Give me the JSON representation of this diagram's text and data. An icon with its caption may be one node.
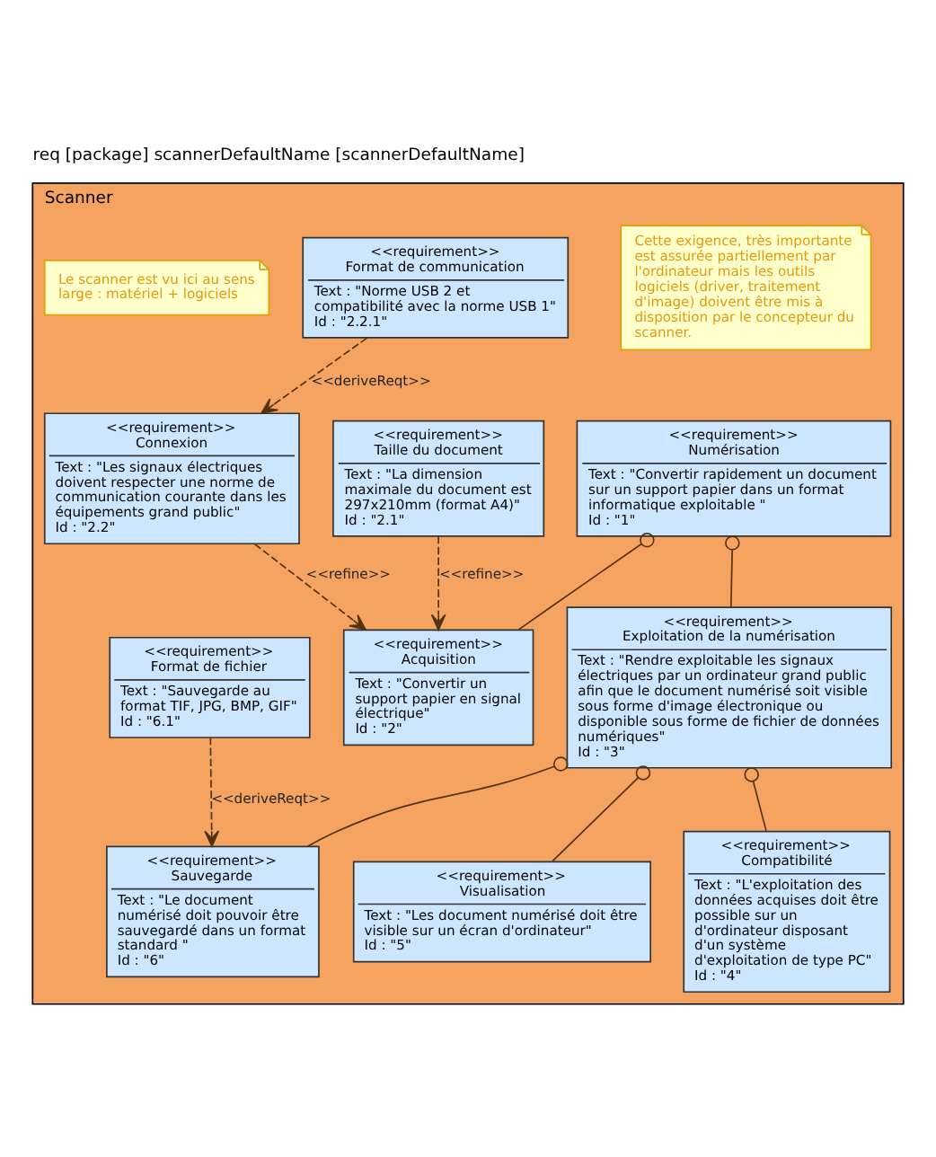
{
  "diagram": {
    "title": "req [package] scannerDefaultName [scannerDefaultName]",
    "nodes": [
      {
        "text": [
          "Scanner"
        ]
      },
      {
        "text": [
          "<<requirement>>",
          "Numérisation",
          "Text : \"Convertir rapidement un document sur un support papier dans un format informatique exploitable \"",
          "Id : \"1\""
        ],
        "in": 0
      },
      {
        "text": [
          "Cette exigence, très importante est assurée partiellement par l'ordinateur mais les outils logiciels (driver, traitement d'image) doivent être mis à disposition par le concepteur du scanner."
        ],
        "in": 0
      },
      {
        "text": [
          "<<requirement>>",
          "Acquisition",
          "Text : \"Convertir un support papier en signal électrique\"",
          "Id : \"2\""
        ],
        "in": 0
      },
      {
        "text": [
          "<<requirement>>",
          "Exploitation de la numérisation",
          "Text : \"Rendre exploitable les signaux électriques par un ordinateur grand public afin que le document numérisé soit visible sous forme d'image électronique ou disponible sous forme de fichier de données numériques\"",
          "Id : \"3\""
        ],
        "in": 0
      },
      {
        "text": [
          "<<requirement>>",
          "Taille du document",
          "Text : \"La dimension maximale du document est 297x210mm (format A4)\"",
          "Id : \"2.1\""
        ],
        "in": 0
      },
      {
        "text": [
          "<<requirement>>",
          "Connexion",
          "Text : \"Les signaux électriques doivent respecter une norme de communication courante dans les équipements grand public\"",
          "Id : \"2.2\""
        ],
        "in": 0
      },
      {
        "text": [
          "<<requirement>>",
          "Format de communication",
          "Text : \"Norme USB 2 et compatibilité avec la norme USB 1\"",
          "Id : \"2.2.1\""
        ],
        "in": 0
      },
      {
        "text": [
          "<<requirement>>",
          "Compatibilité",
          "Text : \"L'exploitation des données acquises doit être possible sur un d'ordinateur disposant d'un système d'exploitation de type PC\"",
          "Id : \"4\""
        ],
        "in": 0
      },
      {
        "text": [
          "<<requirement>>",
          "Sauvegarde",
          "Text : \"Le document numérisé doit pouvoir être sauvegardé dans un format standard \"",
          "Id : \"6\""
        ],
        "in": 0
      },
      {
        "text": [
          "<<requirement>>",
          "Format de fichier",
          "Text : \"Sauvegarde au format TIF, JPG, BMP, GIF\"",
          "Id : \"6.1\""
        ],
        "in": 0
      },
      {
        "text": [
          "<<requirement>>",
          "Visualisation",
          "Text : \"Les document numérisé doit être visible sur un écran d'ordinateur\"",
          "Id : \"5\""
        ],
        "in": 0
      },
      {
        "text": [
          "Le scanner est vu ici au sens large : matériel + logiciels"
        ],
        "in": 0
      }
    ],
    "edges": [
      {
        "from": 1,
        "to": 3,
        "arrow": "other"
      },
      {
        "from": 1,
        "to": 4,
        "arrow": "other"
      },
      {
        "from": 5,
        "to": 3,
        "arrow": "to",
        "style": "dashed",
        "label": "<<refine>>"
      },
      {
        "from": 6,
        "to": 3,
        "arrow": "to",
        "style": "dashed",
        "label": "<<refine>>"
      },
      {
        "from": 4,
        "to": 8,
        "arrow": "other"
      },
      {
        "from": 4,
        "to": 11,
        "arrow": "other"
      },
      {
        "from": 4,
        "to": 9,
        "arrow": "other"
      },
      {
        "from": 7,
        "to": 6,
        "arrow": "to",
        "style": "dashed",
        "label": "<<deriveReqt>>"
      },
      {
        "from": 10,
        "to": 9,
        "arrow": "to",
        "style": "dashed",
        "label": "<<deriveReqt>>"
      }
    ]
  }
}
